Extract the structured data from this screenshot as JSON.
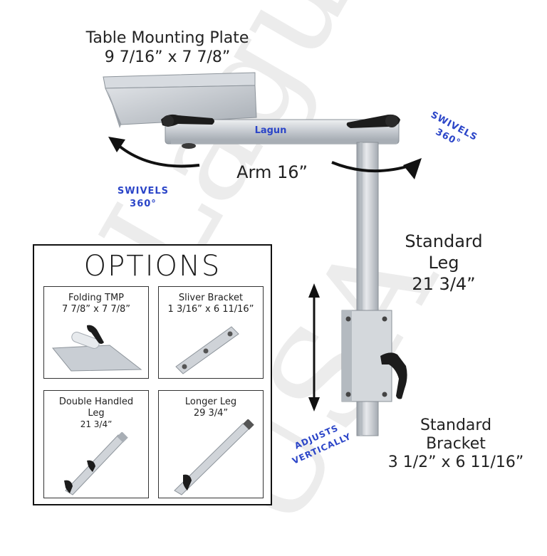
{
  "labels": {
    "plate_title": "Table Mounting Plate",
    "plate_dims": "9 7/16” x 7 7/8”",
    "arm": "Arm 16”",
    "std_leg_l1": "Standard",
    "std_leg_l2": "Leg",
    "std_leg_l3": "21 3/4”",
    "std_bracket_l1": "Standard",
    "std_bracket_l2": "Bracket",
    "std_bracket_l3": "3 1/2” x 6 11/16”",
    "brand": "Lagun"
  },
  "swivels": {
    "left_l1": "SWIVELS",
    "left_l2": "360°",
    "right_l1": "SWIVELS",
    "right_l2": "360°",
    "adjusts_l1": "ADJUSTS",
    "adjusts_l2": "VERTICALLY"
  },
  "watermark": {
    "line1": "Lagun",
    "line2": "USA"
  },
  "options": {
    "title": "OPTIONS",
    "folding_l1": "Folding TMP",
    "folding_l2": "7 7/8” x 7 7/8”",
    "sliver_l1": "Sliver Bracket",
    "sliver_l2": "1 3/16” x 6 11/16”",
    "double_l1": "Double Handled",
    "double_l2": "Leg",
    "double_l3": "21 3/4”",
    "longer_l1": "Longer Leg",
    "longer_l2": "29 3/4”"
  },
  "colors": {
    "accent_blue": "#2b45c8",
    "metal": "#c9cdd2",
    "handle": "#1c1c1c"
  },
  "icons": [
    "rotate-left-arrow-icon",
    "rotate-right-arrow-icon",
    "vertical-double-arrow-icon"
  ]
}
